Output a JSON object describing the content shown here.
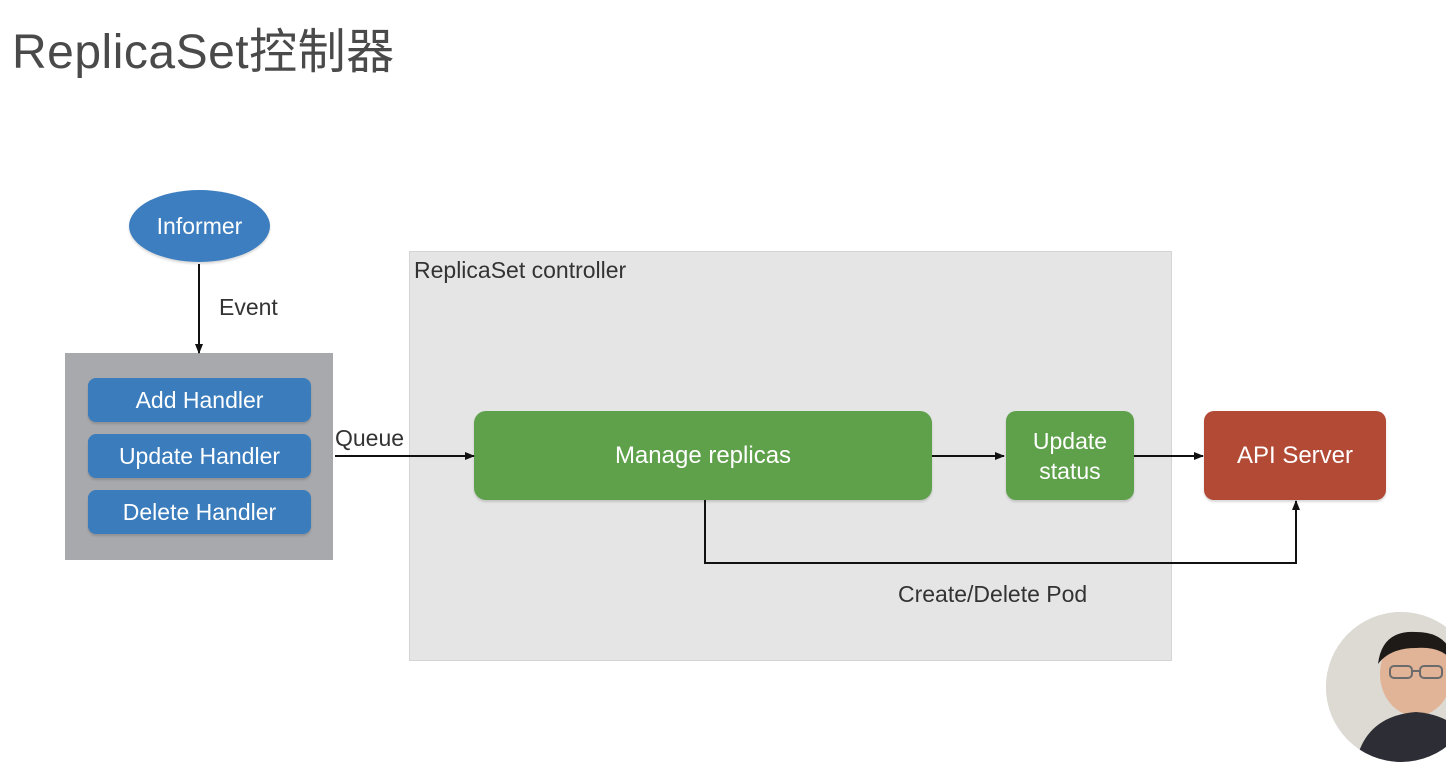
{
  "title": "ReplicaSet控制器",
  "diagram": {
    "controller_label": "ReplicaSet controller",
    "informer": "Informer",
    "event_label": "Event",
    "handlers": [
      "Add Handler",
      "Update Handler",
      "Delete Handler"
    ],
    "queue_label": "Queue",
    "manage_replicas": "Manage replicas",
    "update_status": [
      "Update",
      "status"
    ],
    "api_server": "API Server",
    "create_delete_label": "Create/Delete Pod"
  },
  "colors": {
    "informer": "#3c7ebf",
    "handler": "#3a7cbc",
    "handler_group": "#a7a9ac",
    "controller_box": "#e5e5e6",
    "green_node": "#5fa14b",
    "api_server": "#b24a35"
  }
}
